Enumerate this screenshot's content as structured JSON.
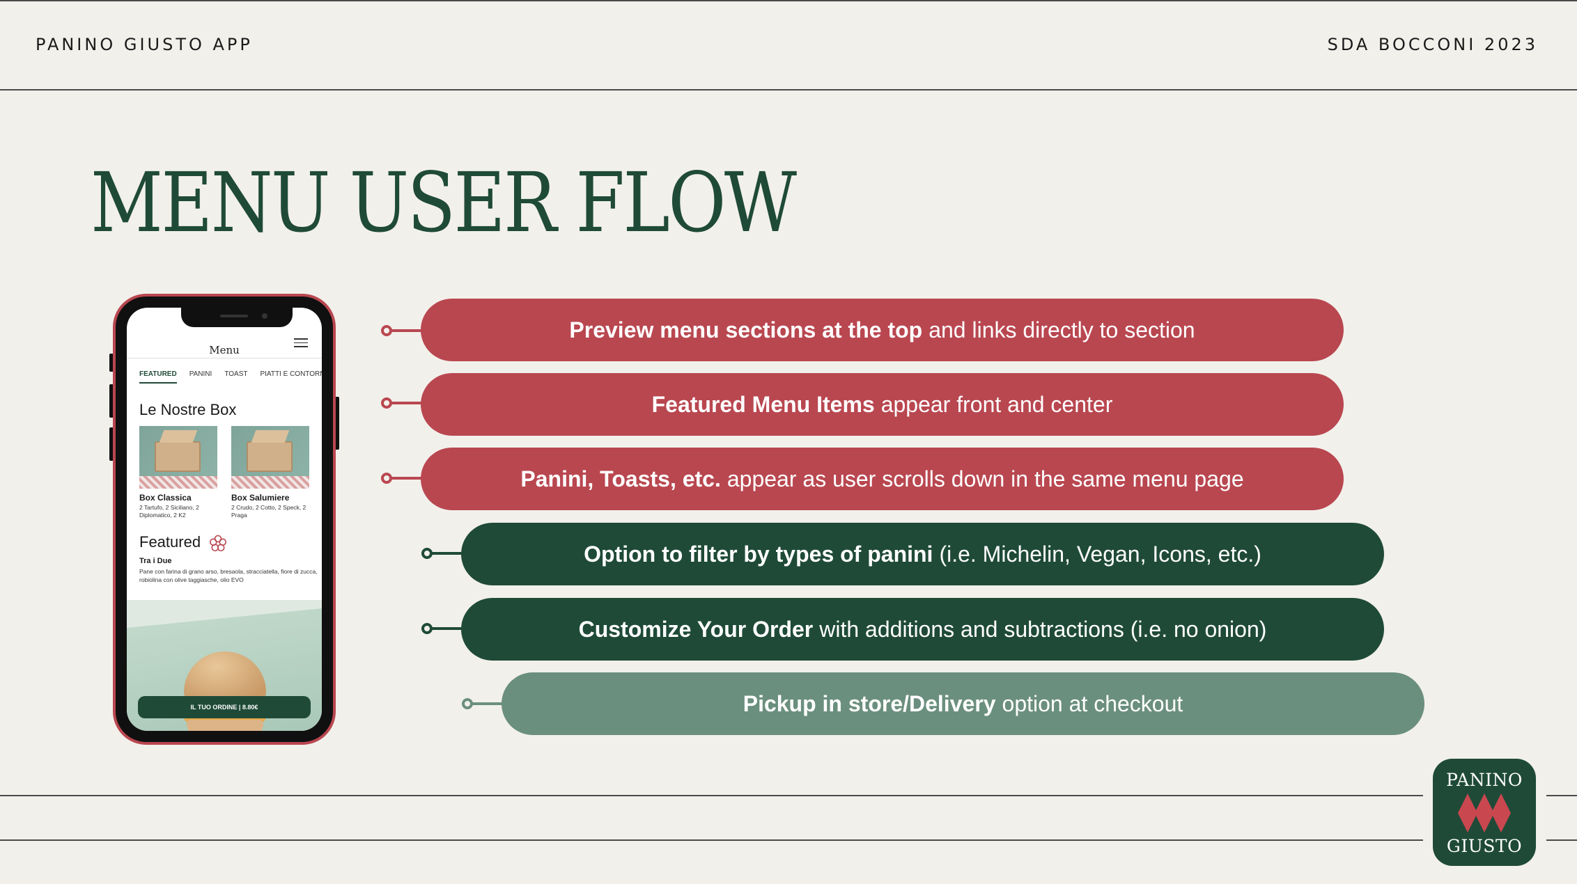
{
  "header": {
    "brand": "PANINO GIUSTO APP",
    "right": "SDA BOCCONI 2023"
  },
  "title": "MENU USER FLOW",
  "phone": {
    "header_title": "Menu",
    "tabs": [
      "FEATURED",
      "PANINI",
      "TOAST",
      "PIATTI E CONTORNI"
    ],
    "box_section_title": "Le Nostre Box",
    "boxes": [
      {
        "name": "Box Classica",
        "desc": "2 Tartufo, 2 Siciliano, 2 Diplomatico, 2 K2"
      },
      {
        "name": "Box Salumiere",
        "desc": "2 Crudo, 2 Cotto, 2 Speck, 2 Praga"
      }
    ],
    "featured_title": "Featured",
    "featured_item": {
      "name": "Tra i Due",
      "desc": "Pane con farina di grano arso, bresaola, stracciatella, fiore di zucca, robiolina con olive taggiasche, olio EVO"
    },
    "order_button": "IL TUO ORDINE | 8.80€"
  },
  "steps": [
    {
      "bold": "Preview menu sections at the top",
      "rest": "and links directly to section",
      "color": "#b94750"
    },
    {
      "bold": "Featured Menu Items",
      "rest": "appear front and center",
      "color": "#b94750"
    },
    {
      "bold": "Panini, Toasts, etc.",
      "rest": "appear as user scrolls down in the same menu page",
      "color": "#b94750"
    },
    {
      "bold": "Option to filter by types of panini",
      "rest": "(i.e. Michelin, Vegan, Icons, etc.)",
      "color": "#1f4a38"
    },
    {
      "bold": "Customize Your Order",
      "rest": "with additions and subtractions (i.e. no onion)",
      "color": "#1f4a38"
    },
    {
      "bold": "Pickup in store/Delivery",
      "rest": "option at checkout",
      "color": "#6b8f7e"
    }
  ],
  "logo": {
    "line1": "PANINO",
    "line2": "GIUSTO"
  }
}
